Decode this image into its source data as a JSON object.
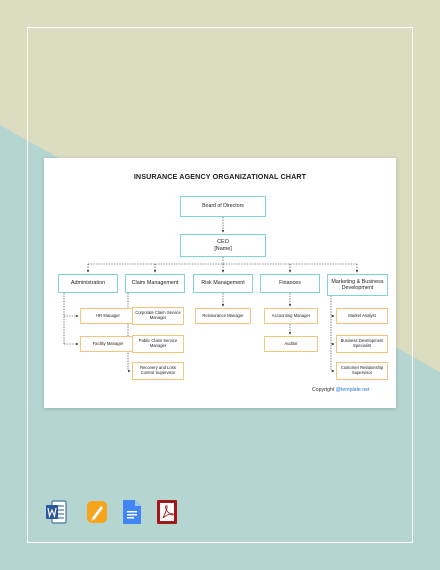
{
  "colors": {
    "bg_olive": "#dcdcc1",
    "bg_teal": "#b5d6d0",
    "box_border_teal": "#7fd3d2",
    "box_border_orange": "#f2c582",
    "link": "#2b77c9"
  },
  "chart": {
    "title": "INSURANCE AGENCY ORGANIZATIONAL CHART",
    "board": "Board of Directors",
    "ceo_title": "CEO",
    "ceo_name": "[Name]",
    "departments": [
      {
        "label": "Administration",
        "roles": [
          "HR Manager",
          "Facility Manager"
        ]
      },
      {
        "label": "Claim Management",
        "roles": [
          "Corporate Claim Service Manager",
          "Public Claim Service Manager",
          "Recovery and Loss Control Supervisor"
        ]
      },
      {
        "label": "Risk Management",
        "roles": [
          "Reinsurance Manager"
        ]
      },
      {
        "label": "Finances",
        "roles": [
          "Accounting Manager",
          "Auditor"
        ]
      },
      {
        "label": "Marketing & Business Development",
        "roles": [
          "Market Analyst",
          "Business Development Specialist",
          "Customer Relationship Supervisor"
        ]
      }
    ],
    "copyright_label": "Copyright",
    "copyright_link": "@template.net"
  },
  "format_icons": [
    "word-icon",
    "pages-icon",
    "google-docs-icon",
    "pdf-icon"
  ]
}
